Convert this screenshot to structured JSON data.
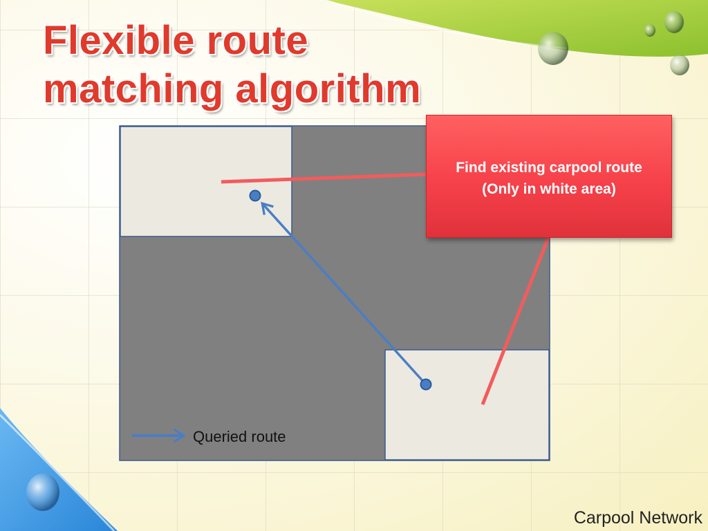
{
  "title": {
    "line1": "Flexible route",
    "line2": "matching algorithm"
  },
  "callout": {
    "line1": "Find existing carpool route",
    "line2": "(Only in white area)"
  },
  "legend": {
    "label": "Queried route"
  },
  "footer": {
    "text": "Carpool Network"
  },
  "colors": {
    "title": "#e03a2c",
    "callout": "#f6414a",
    "route": "#4a7ec4",
    "matrix_gray": "#808080",
    "matrix_white": "#ece9e1",
    "pointer": "#f25c5c"
  }
}
